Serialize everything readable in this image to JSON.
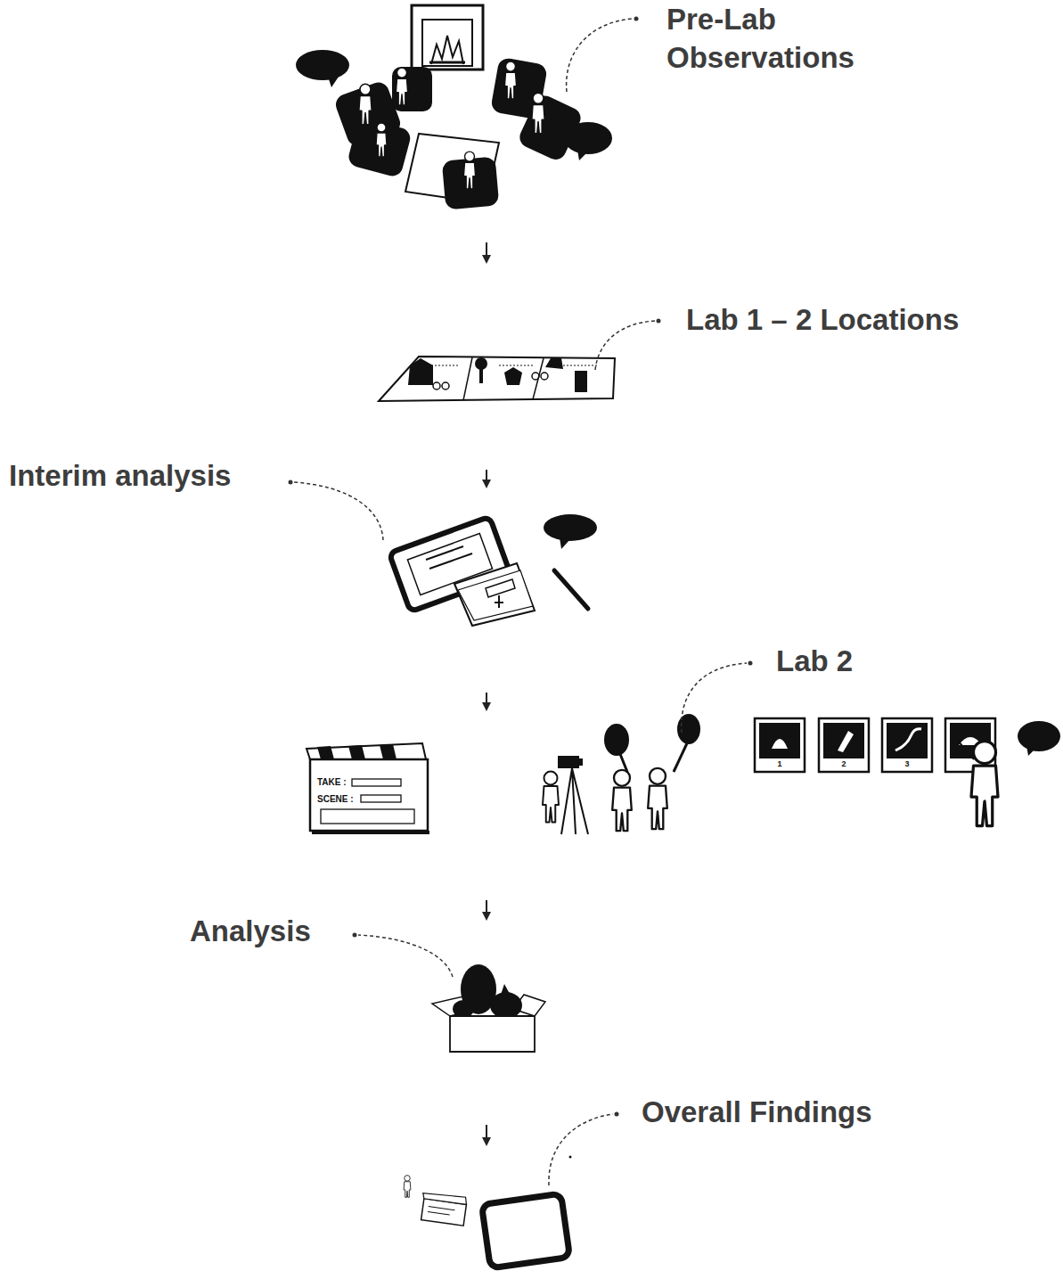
{
  "diagram": {
    "nodes": [
      {
        "text": [
          "Pre-Lab Observations"
        ]
      },
      {
        "text": [
          "Lab 1 – 2 Locations"
        ]
      },
      {
        "text": [
          "Interim analysis"
        ]
      },
      {
        "text": [
          "Lab 2"
        ]
      },
      {
        "text": [
          "Analysis"
        ]
      },
      {
        "text": [
          "Overall Findings"
        ]
      }
    ],
    "edges": [
      {
        "from": 0,
        "to": 1,
        "arrow": "to"
      },
      {
        "from": 1,
        "to": 2,
        "arrow": "to"
      },
      {
        "from": 2,
        "to": 3,
        "arrow": "to"
      },
      {
        "from": 3,
        "to": 4,
        "arrow": "to"
      },
      {
        "from": 4,
        "to": 5,
        "arrow": "to"
      }
    ],
    "labels": [
      "TAKE :",
      "SCENE :",
      "1",
      "2",
      "3"
    ]
  }
}
